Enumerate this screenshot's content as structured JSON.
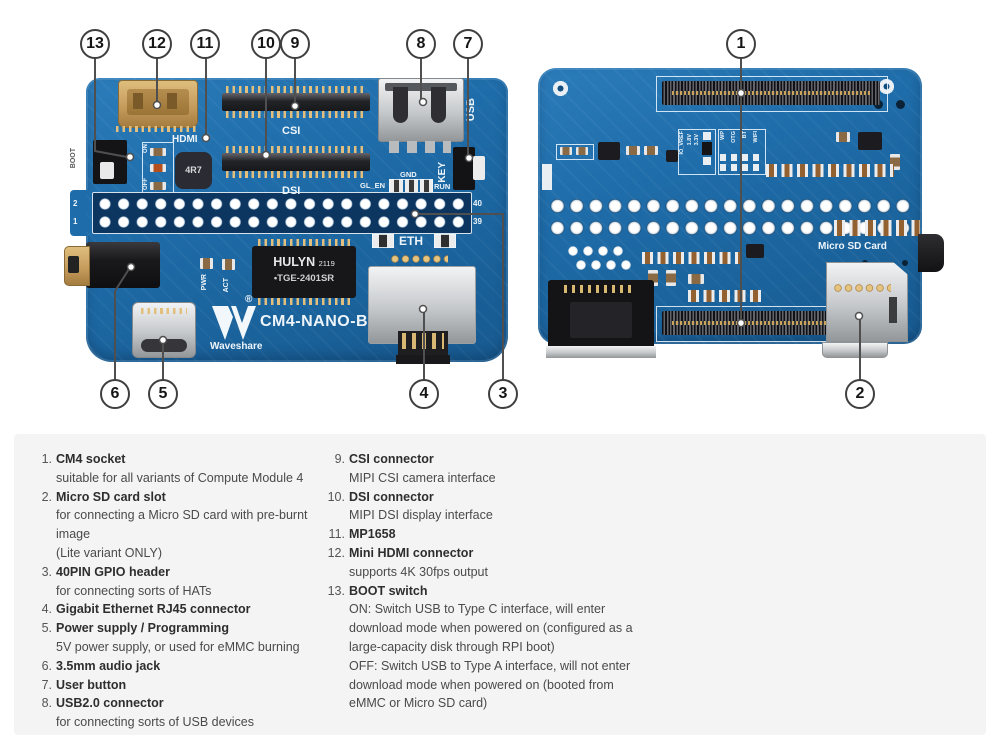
{
  "colors": {
    "pcb_blue": "#1e6ca9",
    "pcb_dark_strip": "#0c3560",
    "gold": "#c9a45f",
    "silver": "#c5c8cb",
    "legend_bg": "#f4f4f4",
    "callout_stroke": "#3f3f3f"
  },
  "callouts": {
    "c1": "1",
    "c2": "2",
    "c3": "3",
    "c4": "4",
    "c5": "5",
    "c6": "6",
    "c7": "7",
    "c8": "8",
    "c9": "9",
    "c10": "10",
    "c11": "11",
    "c12": "12",
    "c13": "13"
  },
  "front": {
    "name": "CM4-NANO-B",
    "brand": "Waveshare",
    "reg": "®",
    "hdmi": "HDMI",
    "csi": "CSI",
    "dsi": "DSI",
    "usb": "USB",
    "key": "KEY",
    "eth": "ETH",
    "gnd": "GND",
    "gl_en": "GL_EN",
    "run": "RUN",
    "pwr": "PWR",
    "act": "ACT",
    "boot": "BOOT",
    "on": "ON",
    "off": "OFF",
    "pin2": "2",
    "pin1": "1",
    "pin40": "40",
    "pin39": "39",
    "inductor": "4R7",
    "xfmr_brand": "HULYN",
    "xfmr_date": "2119",
    "xfmr_part": "•TGE-2401SR"
  },
  "back": {
    "micro_sd": "Micro SD Card",
    "io_vref": "IO_VREF",
    "v18": "1.8V",
    "v33": "3.3V",
    "wp": "WP",
    "otg": "OTG",
    "bt": "BT",
    "wifi": "WIFI"
  },
  "legend": {
    "items": [
      {
        "num": "1.",
        "title": "CM4 socket",
        "lines": [
          "suitable for all variants of Compute Module 4"
        ]
      },
      {
        "num": "2.",
        "title": "Micro SD card slot",
        "lines": [
          "for connecting a Micro SD card with pre-burnt image",
          "(Lite variant ONLY)"
        ]
      },
      {
        "num": "3.",
        "title": "40PIN GPIO header",
        "lines": [
          "for connecting sorts of HATs"
        ]
      },
      {
        "num": "4.",
        "title": "Gigabit Ethernet RJ45 connector",
        "lines": []
      },
      {
        "num": "5.",
        "title": "Power supply / Programming",
        "lines": [
          "5V power supply, or used for eMMC burning"
        ]
      },
      {
        "num": "6.",
        "title": "3.5mm audio jack",
        "lines": []
      },
      {
        "num": "7.",
        "title": "User button",
        "lines": []
      },
      {
        "num": "8.",
        "title": "USB2.0 connector",
        "lines": [
          "for connecting sorts of USB devices"
        ]
      },
      {
        "num": "9.",
        "title": "CSI connector",
        "lines": [
          "MIPI CSI camera interface"
        ]
      },
      {
        "num": "10.",
        "title": "DSI connector",
        "lines": [
          "MIPI DSI display interface"
        ]
      },
      {
        "num": "11.",
        "title": "MP1658",
        "lines": []
      },
      {
        "num": "12.",
        "title": "Mini HDMI connector",
        "lines": [
          "supports 4K 30fps output"
        ]
      },
      {
        "num": "13.",
        "title": "BOOT switch",
        "lines": [
          "ON: Switch USB to Type C interface, will enter",
          "download mode when powered on (configured as a",
          "large-capacity disk through RPI boot)",
          "OFF: Switch USB to Type A interface, will not enter",
          "download mode when powered on (booted from",
          "eMMC or Micro SD card)"
        ]
      }
    ]
  }
}
